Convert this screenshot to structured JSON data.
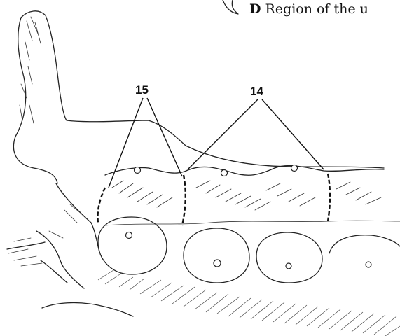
{
  "caption": {
    "letter": "D",
    "text": "Region of the u"
  },
  "labels": {
    "label_15": "15",
    "label_14": "14"
  }
}
